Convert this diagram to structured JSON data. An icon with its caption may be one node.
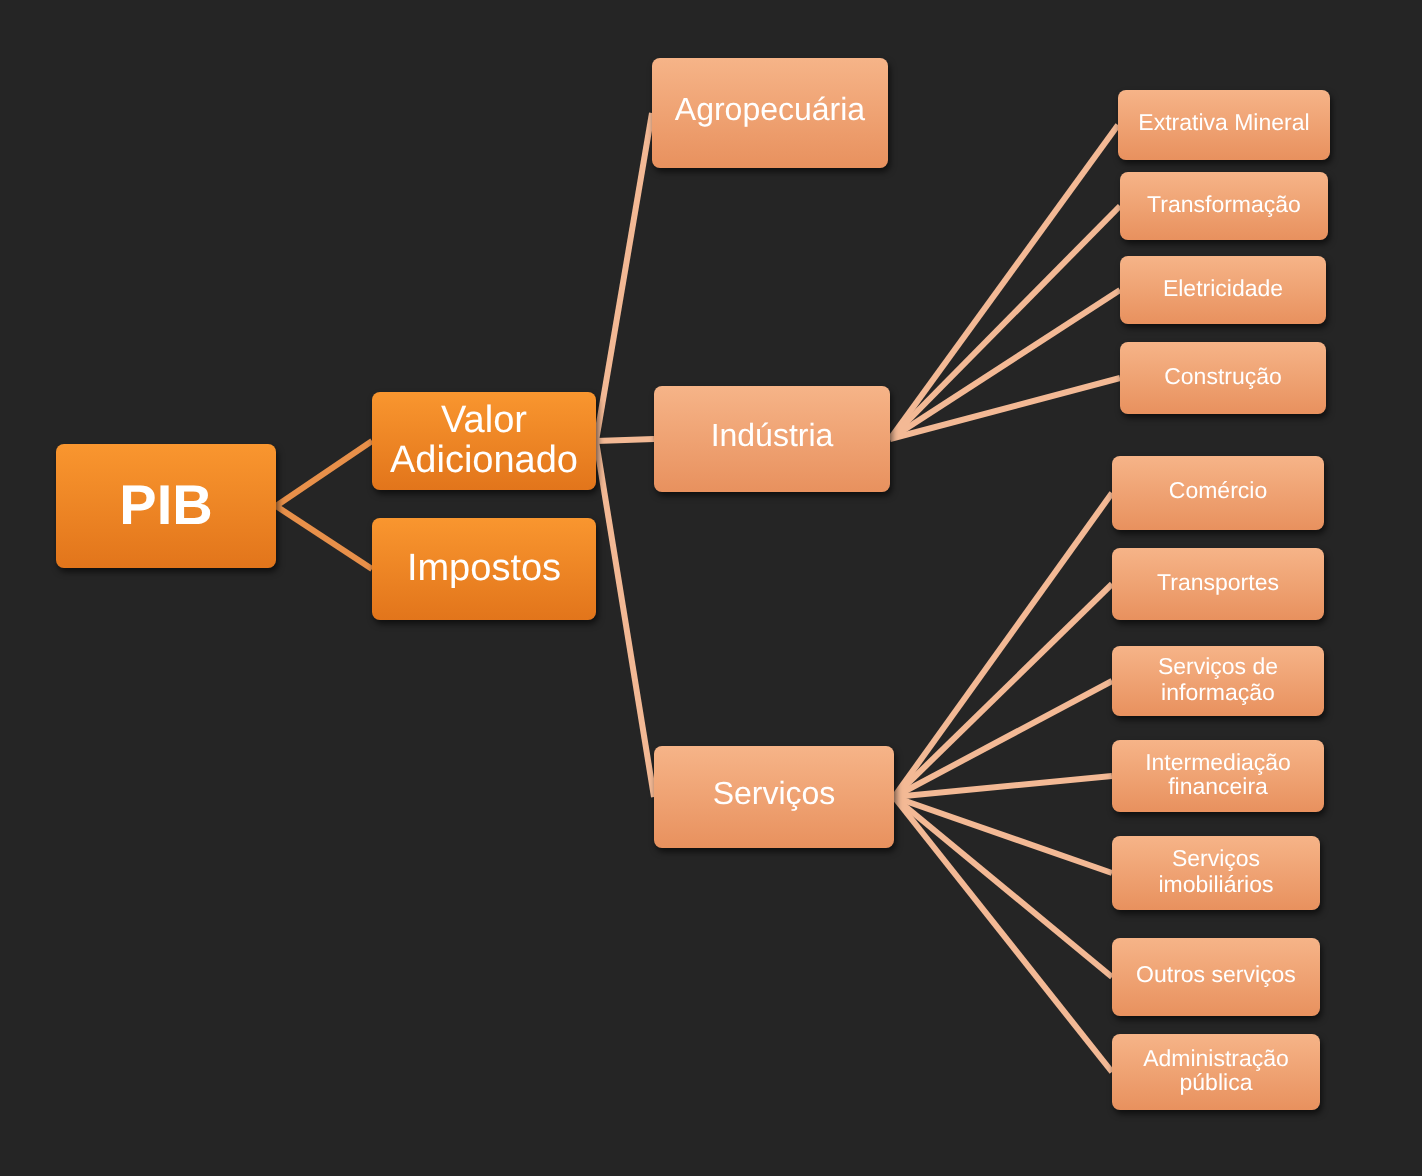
{
  "diagram": {
    "nodes": [
      {
        "text": [
          "PIB"
        ]
      },
      {
        "text": [
          "Valor Adicionado"
        ]
      },
      {
        "text": [
          "Impostos"
        ]
      },
      {
        "text": [
          "Agropecuária"
        ]
      },
      {
        "text": [
          "Indústria"
        ]
      },
      {
        "text": [
          "Serviços"
        ]
      },
      {
        "text": [
          "Extrativa Mineral"
        ]
      },
      {
        "text": [
          "Transformação"
        ]
      },
      {
        "text": [
          "Eletricidade"
        ]
      },
      {
        "text": [
          "Construção"
        ]
      },
      {
        "text": [
          "Comércio"
        ]
      },
      {
        "text": [
          "Transportes"
        ]
      },
      {
        "text": [
          "Serviços de informação"
        ]
      },
      {
        "text": [
          "Intermediação financeira"
        ]
      },
      {
        "text": [
          "Serviços imobiliários"
        ]
      },
      {
        "text": [
          "Outros serviços"
        ]
      },
      {
        "text": [
          "Administração pública"
        ]
      }
    ],
    "edges": [
      {
        "from": 0,
        "to": 1,
        "arrow": "none"
      },
      {
        "from": 0,
        "to": 2,
        "arrow": "none"
      },
      {
        "from": 1,
        "to": 3,
        "arrow": "none"
      },
      {
        "from": 1,
        "to": 4,
        "arrow": "none"
      },
      {
        "from": 1,
        "to": 5,
        "arrow": "none"
      },
      {
        "from": 4,
        "to": 6,
        "arrow": "none"
      },
      {
        "from": 4,
        "to": 7,
        "arrow": "none"
      },
      {
        "from": 4,
        "to": 8,
        "arrow": "none"
      },
      {
        "from": 4,
        "to": 9,
        "arrow": "none"
      },
      {
        "from": 5,
        "to": 10,
        "arrow": "none"
      },
      {
        "from": 5,
        "to": 11,
        "arrow": "none"
      },
      {
        "from": 5,
        "to": 12,
        "arrow": "none"
      },
      {
        "from": 5,
        "to": 13,
        "arrow": "none"
      },
      {
        "from": 5,
        "to": 14,
        "arrow": "none"
      },
      {
        "from": 5,
        "to": 15,
        "arrow": "none"
      },
      {
        "from": 5,
        "to": 16,
        "arrow": "none"
      }
    ]
  }
}
